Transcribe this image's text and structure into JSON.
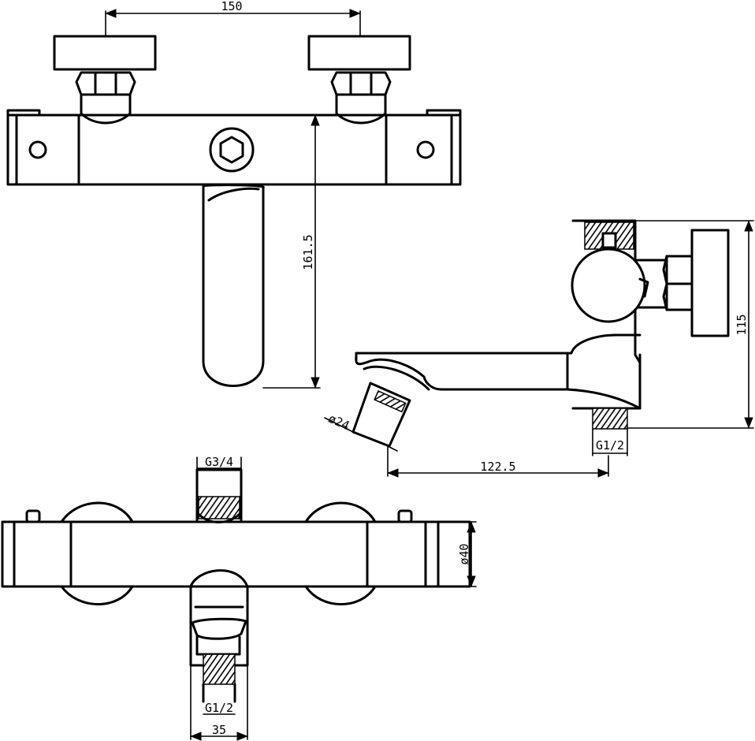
{
  "dimensions": {
    "handle_spacing": "150",
    "overall_height": "161.5",
    "depth": "115",
    "spout_diameter": "ø24",
    "spout_reach": "122.5",
    "side_inlet_thread": "G1/2",
    "top_outlet_thread": "G3/4",
    "body_diameter": "ø40",
    "bottom_inlet_thread": "G1/2",
    "outlet_width": "35"
  }
}
